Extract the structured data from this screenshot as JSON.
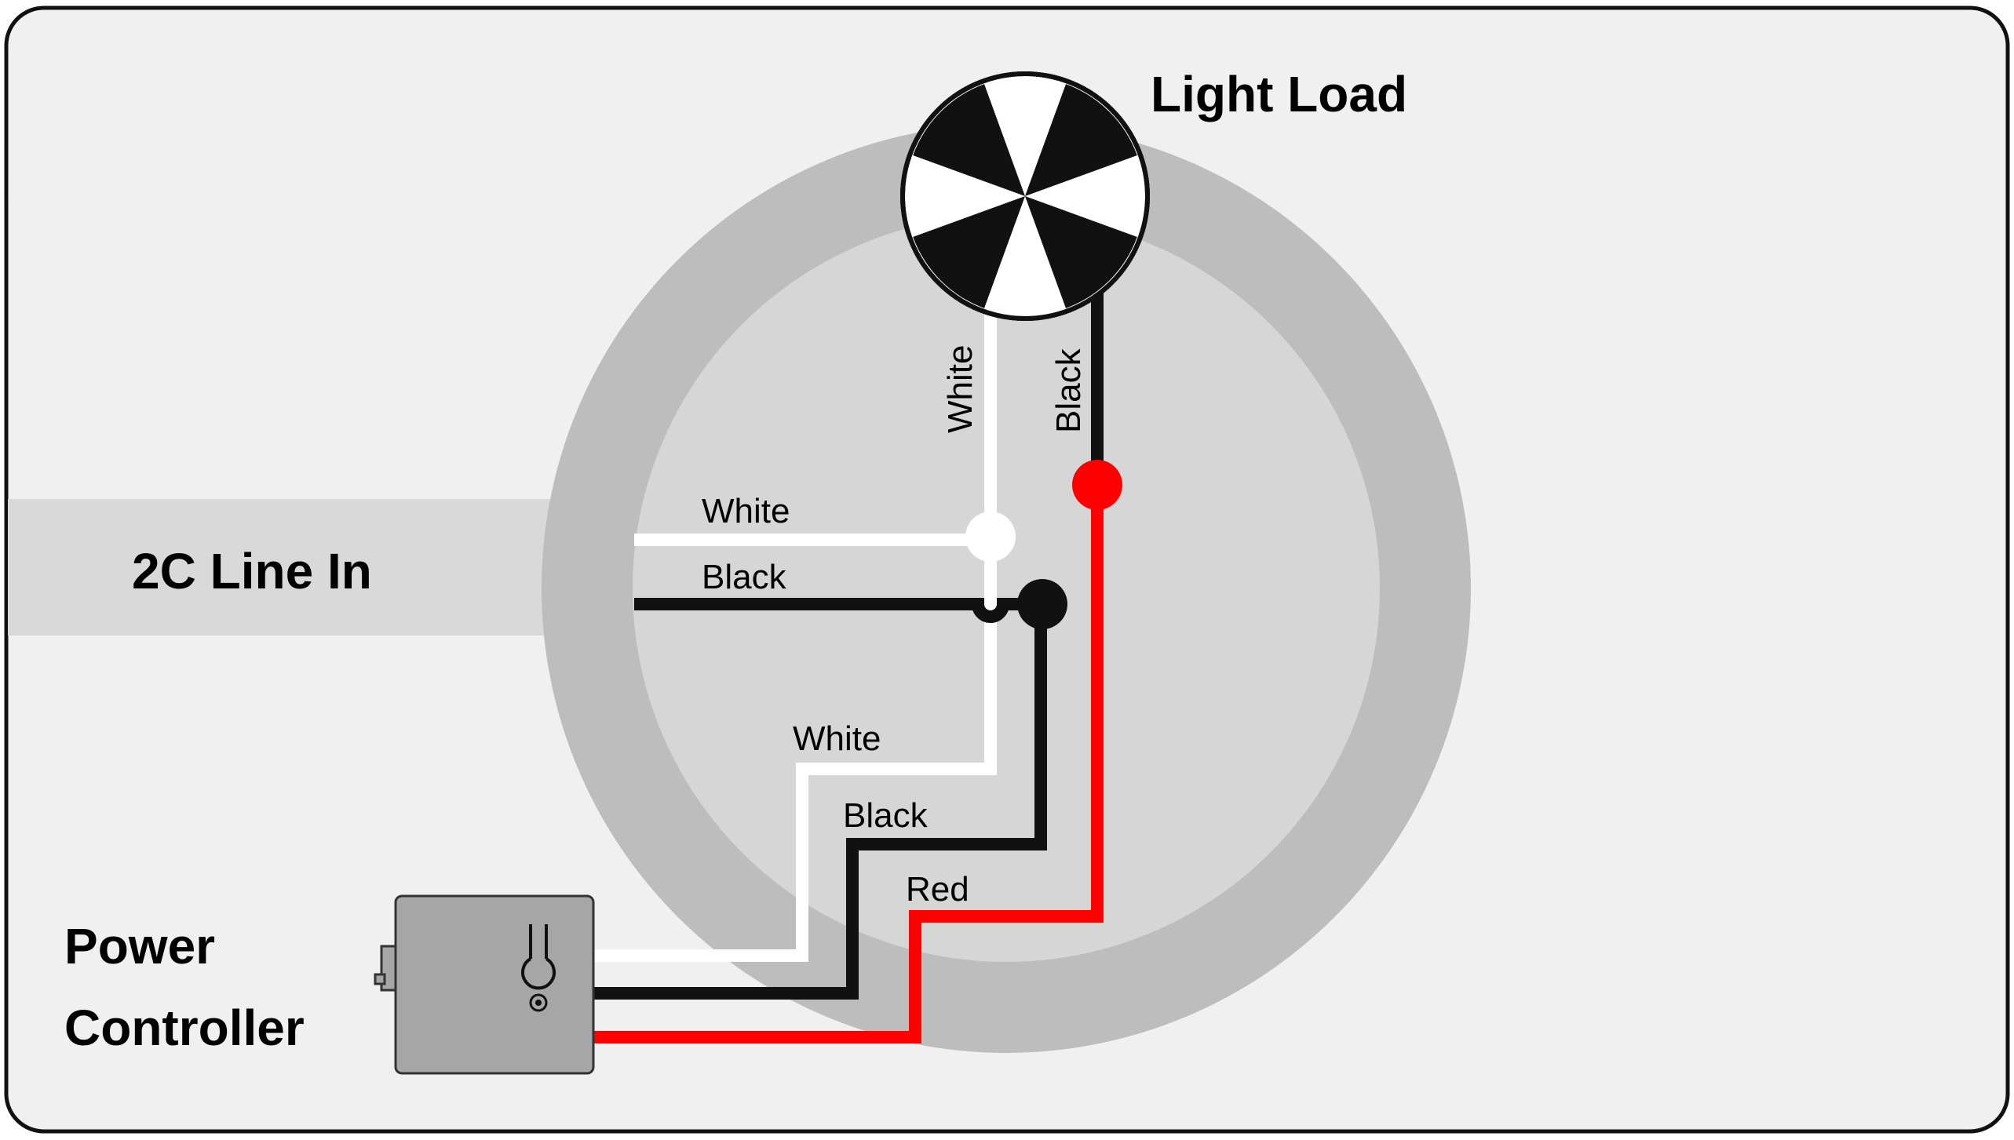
{
  "labels": {
    "light_load": "Light Load",
    "line_in": "2C Line In",
    "power_line1": "Power",
    "power_line2": "Controller"
  },
  "wire_labels": {
    "load_white": "White",
    "load_black": "Black",
    "line_white": "White",
    "line_black": "Black",
    "ctrl_white": "White",
    "ctrl_black": "Black",
    "ctrl_red": "Red"
  },
  "colors": {
    "panel_background": "#f0f0f0",
    "panel_border": "#111111",
    "outer_ring": "#bdbdbd",
    "inner_disc": "#d6d6d6",
    "line_in_band": "#d9d9d9",
    "wire_white": "#ffffff",
    "wire_black": "#111111",
    "wire_red": "#ff0000",
    "controller_box": "#a6a6a6"
  },
  "icons": {
    "light_load": "light-fixture-icon",
    "power_controller": "power-controller-icon"
  }
}
